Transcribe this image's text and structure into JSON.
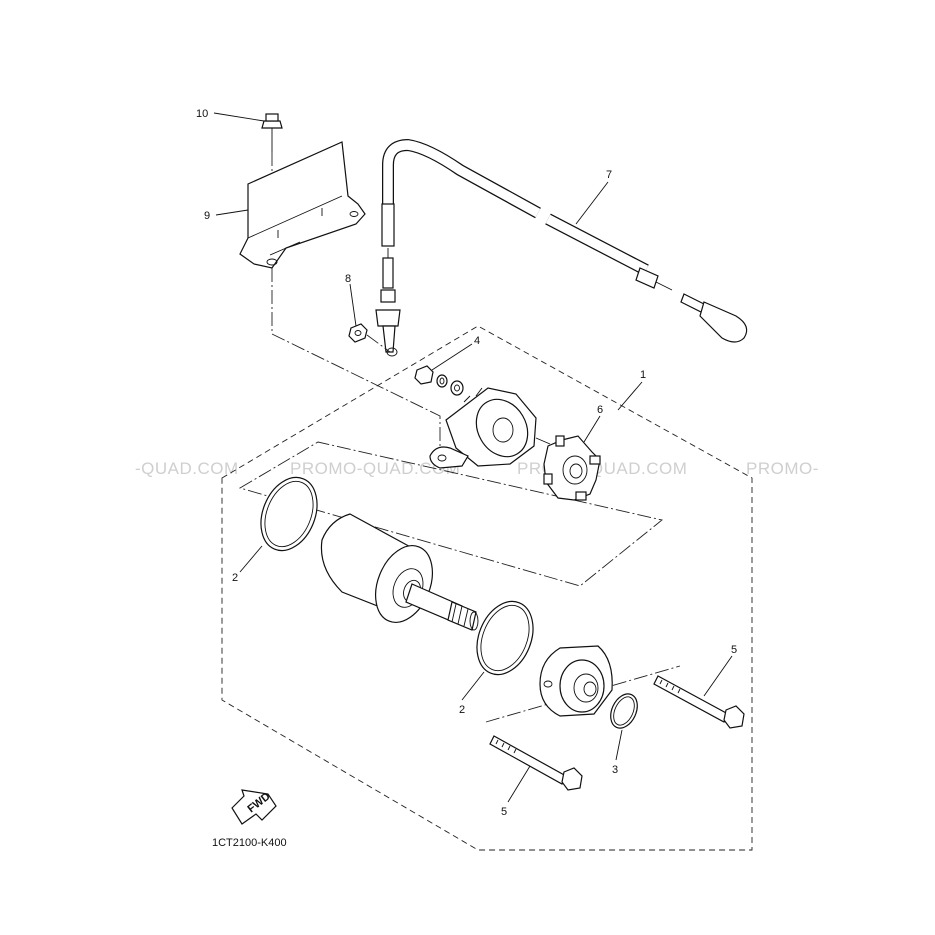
{
  "diagram": {
    "code": "1CT2100-K400",
    "fwd_label": "FWD",
    "watermarks": [
      "-QUAD.COM",
      "PROMO-QUAD.COM",
      "PROMO-QUAD.COM",
      "PROMO-"
    ],
    "callouts": {
      "c1": "1",
      "c2a": "2",
      "c2b": "2",
      "c3": "3",
      "c4": "4",
      "c5a": "5",
      "c5b": "5",
      "c6": "6",
      "c7": "7",
      "c8": "8",
      "c9": "9",
      "c10": "10"
    }
  }
}
